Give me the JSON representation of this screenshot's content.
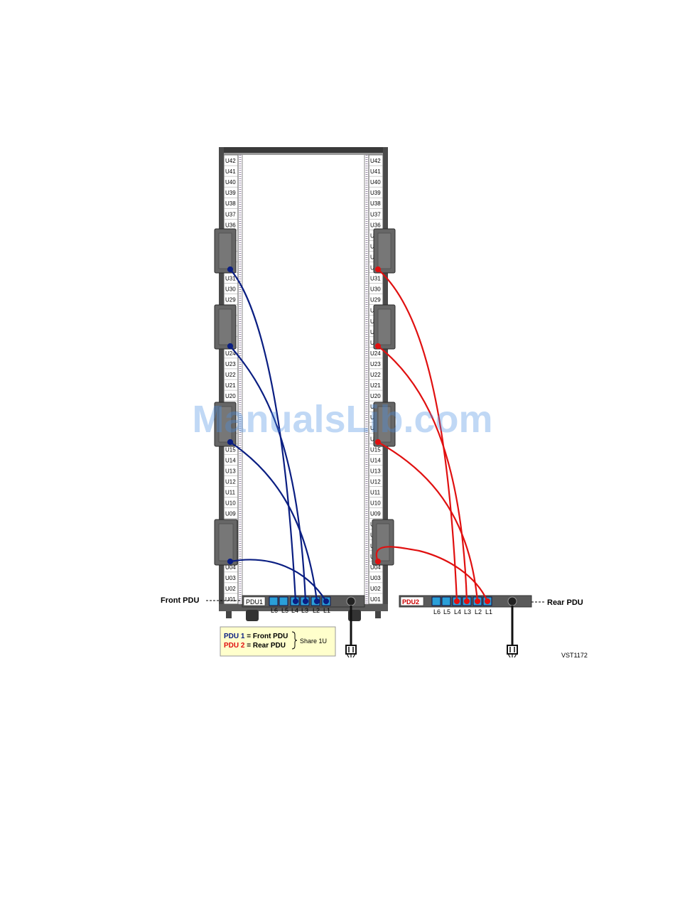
{
  "rack": {
    "u_labels": [
      "U42",
      "U41",
      "U40",
      "U39",
      "U38",
      "U37",
      "U36",
      "U35",
      "U34",
      "U33",
      "U32",
      "U31",
      "U30",
      "U29",
      "U28",
      "U27",
      "U26",
      "U25",
      "U24",
      "U23",
      "U22",
      "U21",
      "U20",
      "U19",
      "U18",
      "U17",
      "U16",
      "U15",
      "U14",
      "U13",
      "U12",
      "U11",
      "U10",
      "U09",
      "U08",
      "U07",
      "U06",
      "U05",
      "U04",
      "U03",
      "U02",
      "U01"
    ]
  },
  "callouts": {
    "front": "Front PDU",
    "rear": "Rear PDU"
  },
  "pdu1": {
    "name": "PDU1",
    "outlets": [
      "L6",
      "L5",
      "L4",
      "L3",
      "L2",
      "L1"
    ]
  },
  "pdu2": {
    "name": "PDU2",
    "outlets": [
      "L6",
      "L5",
      "L4",
      "L3",
      "L2",
      "L1"
    ]
  },
  "legend": {
    "pdu1_name": "PDU 1",
    "pdu1_desc": " = Front PDU",
    "pdu2_name": "PDU 2",
    "pdu2_desc": " = Rear PDU",
    "share": "Share 1U"
  },
  "figure_id": "VST1172",
  "watermark": "ManualsLib.com",
  "colors": {
    "front_cable": "#0a1e82",
    "rear_cable": "#e01010",
    "outlet_blue": "#2a9fd8",
    "pdu_body": "#5a5a5a",
    "legend_bg": "#ffffcc"
  }
}
